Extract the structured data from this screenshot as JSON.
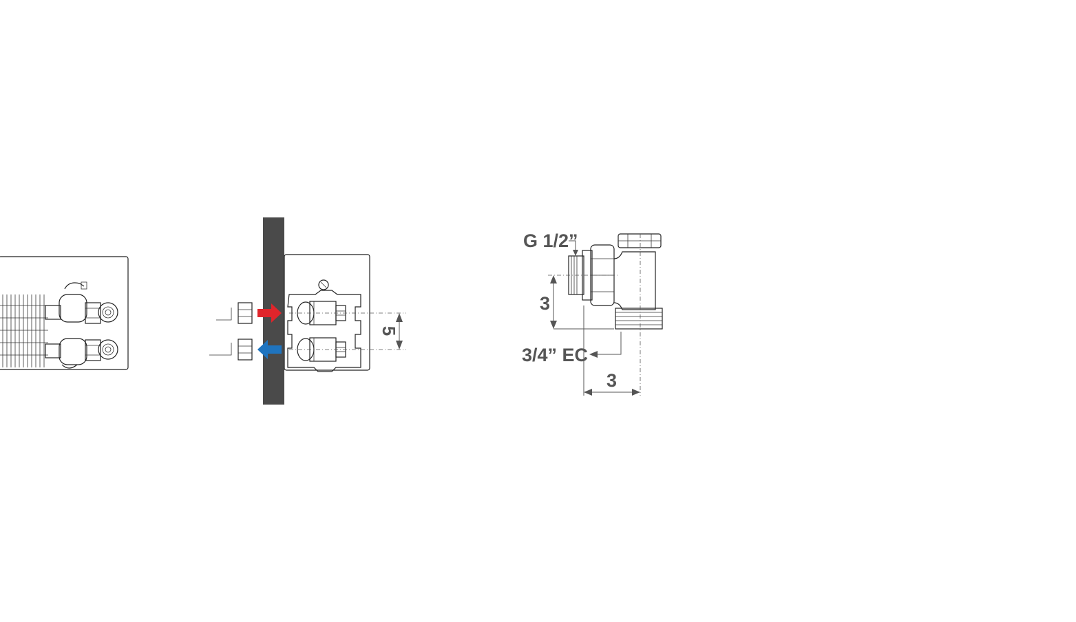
{
  "labels": {
    "left_dim": "5",
    "g_thread": "G 1/2”",
    "vertical_dim": "3",
    "ec_thread": "3/4” EC",
    "horizontal_dim": "3"
  },
  "colors": {
    "supply_arrow": "#e0252b",
    "return_arrow": "#1f74bf",
    "wall": "#4a4a4a",
    "label_text": "#555555"
  },
  "icons": {
    "supply": "arrow-right-icon",
    "return": "arrow-left-icon"
  }
}
